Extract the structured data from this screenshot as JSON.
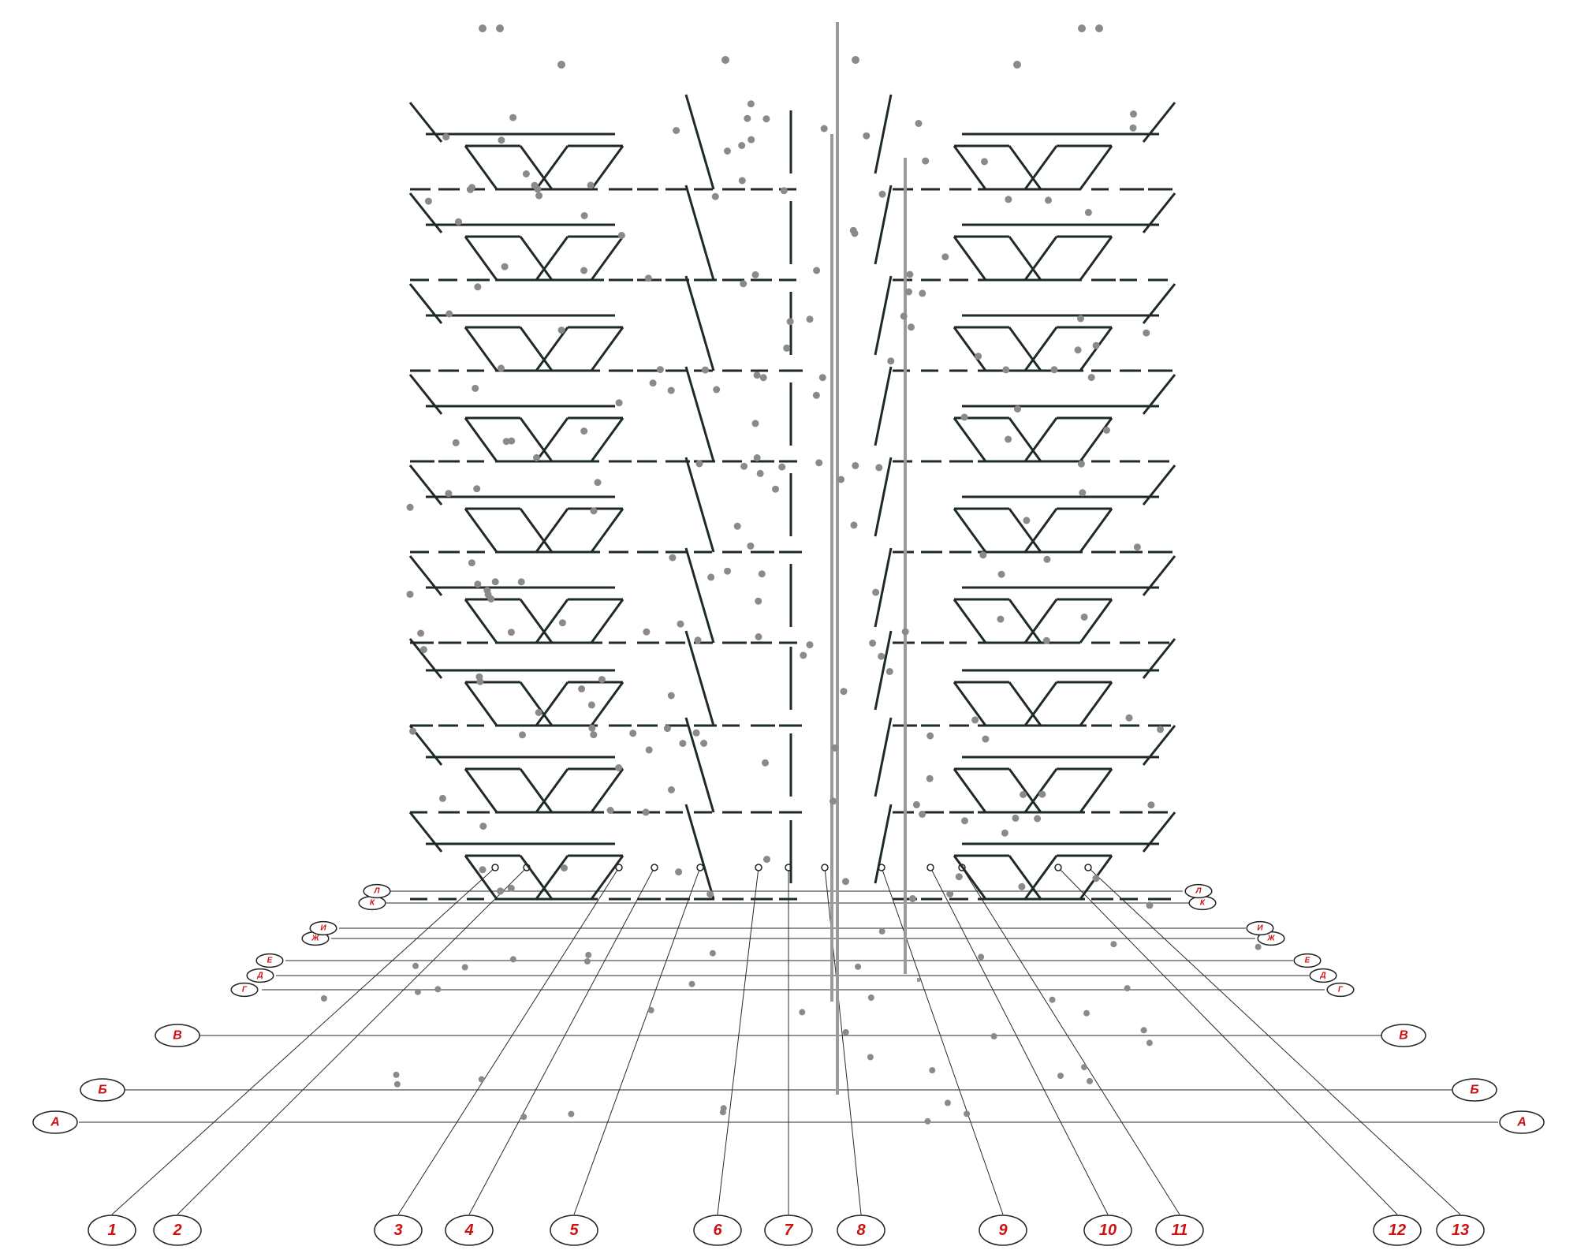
{
  "axes_numbers": [
    "1",
    "2",
    "3",
    "4",
    "5",
    "6",
    "7",
    "8",
    "9",
    "10",
    "11",
    "12",
    "13"
  ],
  "axes_letters_left": [
    "А",
    "Б",
    "В",
    "Г",
    "Д",
    "Е",
    "Ж",
    "И",
    "К",
    "Л"
  ],
  "axes_letters_right": [
    "А",
    "Б",
    "В",
    "Г",
    "Д",
    "Е",
    "Ж",
    "И",
    "К",
    "Л"
  ],
  "colors": {
    "pipe": "#1e2a26",
    "riser": "#9a9a9a",
    "bubble_text": "#cc1111",
    "grid": "#2a2a2a"
  }
}
